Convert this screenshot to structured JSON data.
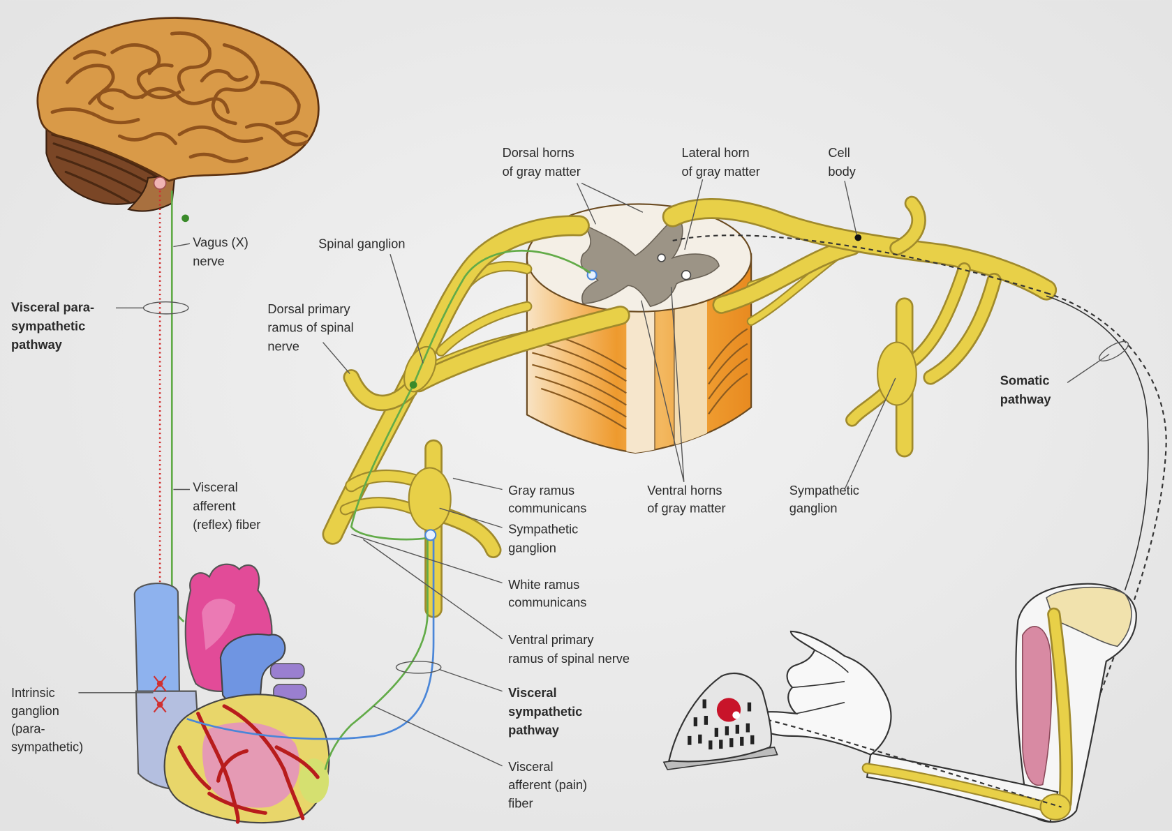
{
  "labels": {
    "dorsal_horns": [
      "Dorsal horns",
      "of gray matter"
    ],
    "lateral_horn": [
      "Lateral horn",
      "of gray matter"
    ],
    "cell_body": [
      "Cell",
      "body"
    ],
    "vagus_nerve": [
      "Vagus (X)",
      "nerve"
    ],
    "spinal_ganglion": [
      "Spinal ganglion"
    ],
    "visceral_parasympathetic_pathway": [
      "Visceral para-",
      "sympathetic",
      "pathway"
    ],
    "dorsal_primary_ramus": [
      "Dorsal primary",
      "ramus of spinal",
      "nerve"
    ],
    "somatic_pathway": [
      "Somatic",
      "pathway"
    ],
    "gray_ramus": [
      "Gray ramus",
      "communicans"
    ],
    "ventral_horns": [
      "Ventral horns",
      "of gray matter"
    ],
    "sympathetic_ganglion_right": [
      "Sympathetic",
      "ganglion"
    ],
    "visceral_afferent_reflex": [
      "Visceral",
      "afferent",
      "(reflex) fiber"
    ],
    "sympathetic_ganglion_left": [
      "Sympathetic",
      "ganglion"
    ],
    "white_ramus": [
      "White ramus",
      "communicans"
    ],
    "ventral_primary_ramus": [
      "Ventral primary",
      "ramus of spinal nerve"
    ],
    "intrinsic_ganglion": [
      "Intrinsic",
      "ganglion",
      "(para-",
      "sympathetic)"
    ],
    "visceral_sympathetic_pathway": [
      "Visceral",
      "sympathetic",
      "pathway"
    ],
    "visceral_afferent_pain": [
      "Visceral",
      "afferent (pain)",
      "fiber"
    ]
  },
  "colors": {
    "bg": "#ebebeb",
    "nerve": "#e8d048",
    "nerve-outline": "#a08a2c",
    "brain": "#d99a48",
    "cerebellum": "#7a4626",
    "cord-side": "#f0a23a",
    "gray-matter": "#9c9486",
    "para": "#d03030",
    "afferent": "#62ab48",
    "symp": "#4a86d8",
    "somatic": "#333333"
  }
}
